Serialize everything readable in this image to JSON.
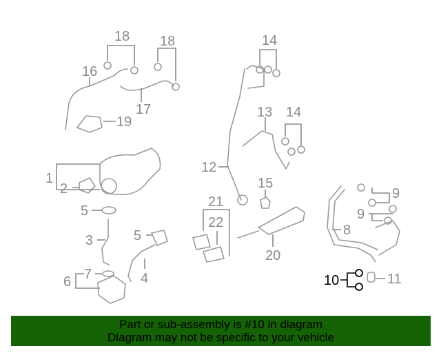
{
  "diagram": {
    "callouts": [
      "18",
      "18",
      "16",
      "17",
      "19",
      "1",
      "2",
      "5",
      "3",
      "5",
      "4",
      "7",
      "6",
      "14",
      "13",
      "14",
      "12",
      "15",
      "21",
      "22",
      "20",
      "9",
      "9",
      "8",
      "10",
      "11"
    ],
    "highlighted": "10"
  },
  "banner": {
    "line1": "Part or sub-assembly is #10 in diagram",
    "line2": "Diagram may not be specific to your vehicle",
    "color": "#156105"
  }
}
